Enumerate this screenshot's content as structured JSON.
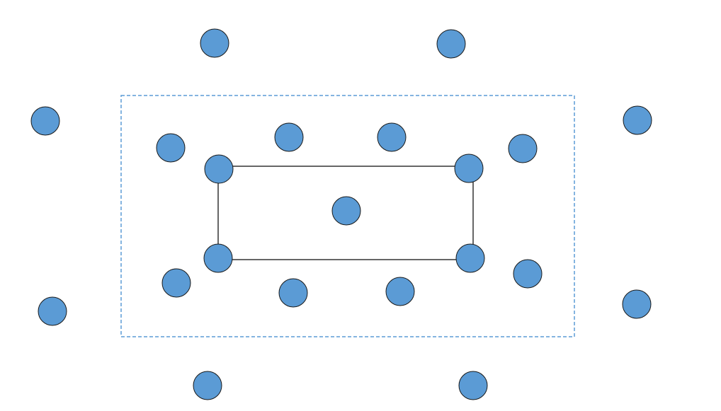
{
  "diagram": {
    "colors": {
      "node_fill": "#5b9bd5",
      "node_stroke": "#1a1a1a",
      "outer_dashed_border": "#5b9bd5",
      "inner_rect_border": "#000000",
      "background": "#ffffff"
    },
    "outer_boundary": {
      "style": "dashed"
    },
    "inner_boundary": {
      "style": "solid"
    },
    "node_count": 21
  }
}
